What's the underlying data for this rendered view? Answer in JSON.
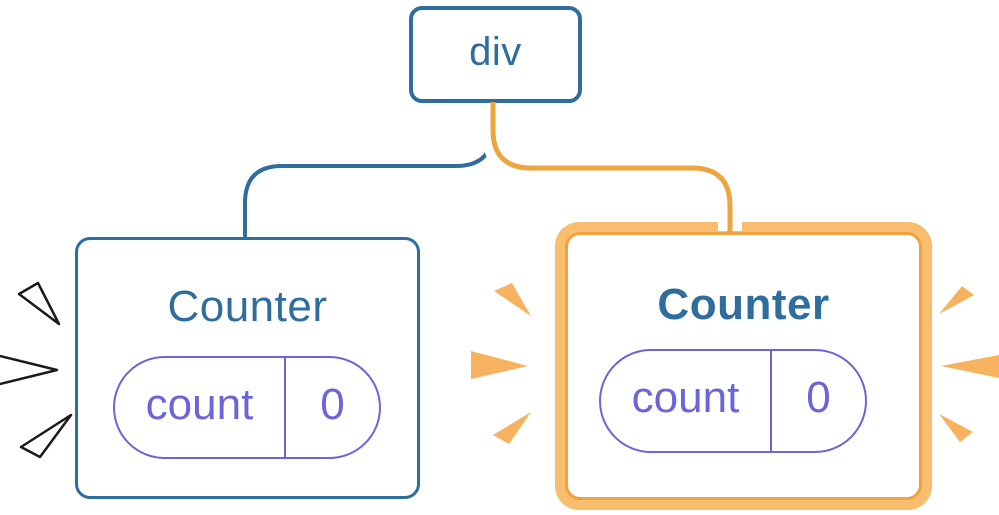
{
  "diagram": {
    "title_hint": "react component tree with state",
    "root": {
      "label": "div"
    },
    "children": [
      {
        "title": "Counter",
        "highlighted": false,
        "emphasis": "white-burst-sparkles",
        "state": [
          {
            "key": "count",
            "value": "0"
          }
        ]
      },
      {
        "title": "Counter",
        "highlighted": true,
        "emphasis": "orange-burst-sparkles",
        "state": [
          {
            "key": "count",
            "value": "0"
          }
        ]
      }
    ]
  },
  "colors": {
    "node_blue": "#2e6d9e",
    "state_purple": "#6a65d8",
    "highlight_orange": "#eea43f",
    "highlight_orange_light": "#f8bd6e",
    "sparkle_orange": "#f6b25f",
    "sparkle_white": "#ffffff",
    "connector_casing": "#ffffff",
    "background": "#ffffff"
  },
  "icons": {
    "left_emphasis": "burst-sparkle-icon-white",
    "center_emphasis": "burst-sparkle-icon-orange",
    "right_emphasis": "burst-sparkle-icon-orange"
  }
}
